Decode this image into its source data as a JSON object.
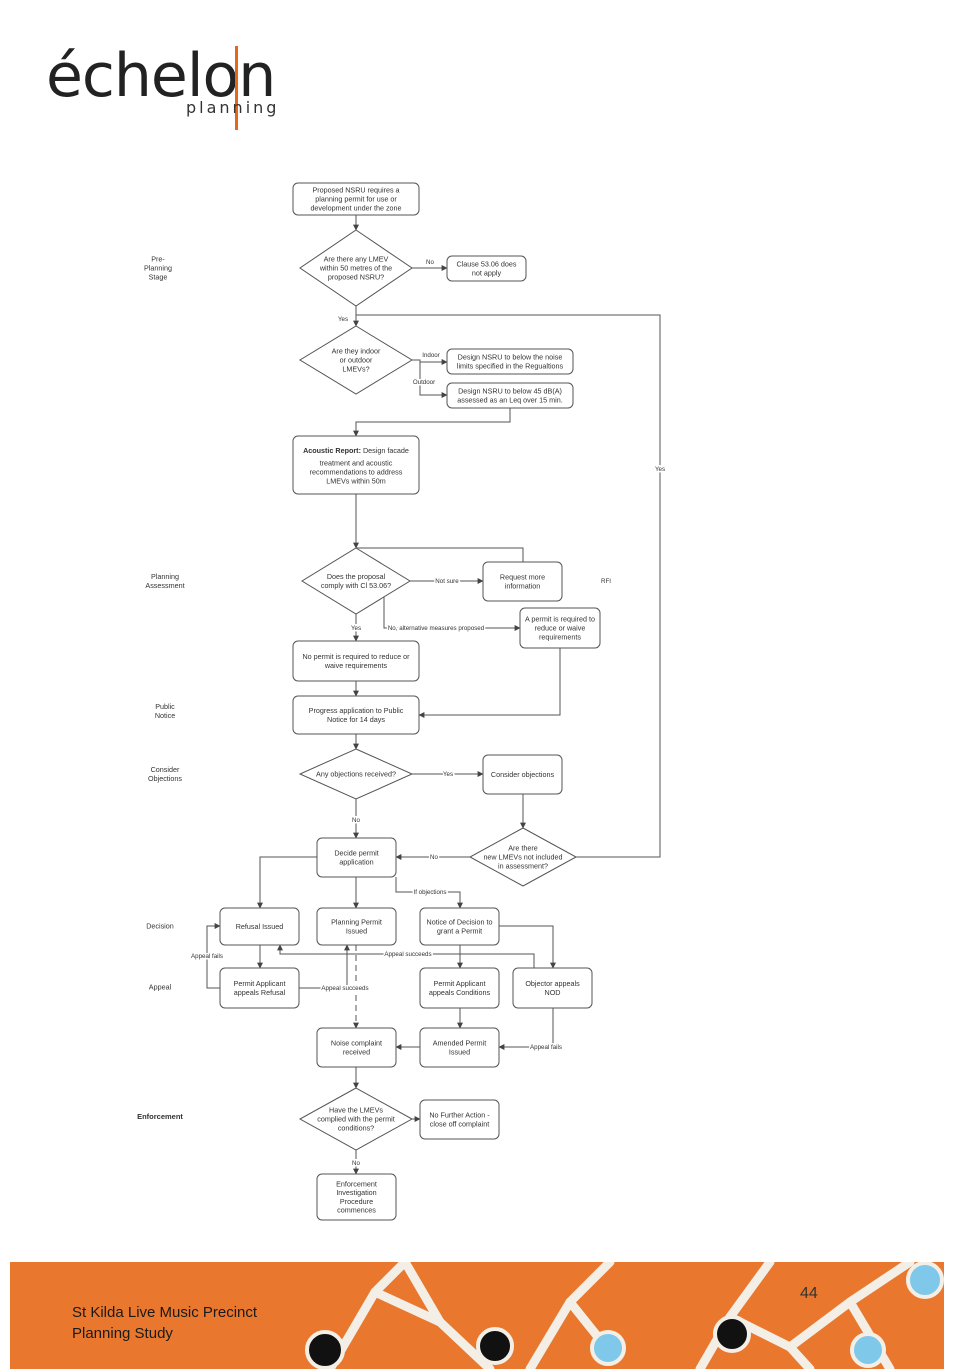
{
  "logo": {
    "wordmark": "échelon",
    "sub": "planning"
  },
  "stages": {
    "pre_planning": [
      "Pre-",
      "Planning",
      "Stage"
    ],
    "planning_assessment": [
      "Planning",
      "Assessment"
    ],
    "public_notice": [
      "Public",
      "Notice"
    ],
    "consider_objections": [
      "Consider",
      "Objections"
    ],
    "decision": [
      "Decision"
    ],
    "appeal": [
      "Appeal"
    ],
    "enforcement": [
      "Enforcement"
    ]
  },
  "nodes": {
    "start": [
      "Proposed NSRU requires a",
      "planning permit for use or",
      "development under the zone"
    ],
    "q_lmev": [
      "Are there any LMEV",
      "within 50 metres of the",
      "proposed NSRU?"
    ],
    "clause_not_apply": [
      "Clause 53.06 does",
      "not apply"
    ],
    "q_indoor": [
      "Are they indoor",
      "or outdoor",
      "LMEVs?"
    ],
    "design_indoor": [
      "Design NSRU to below the noise",
      "limits specified in the Regualtions"
    ],
    "design_outdoor": [
      "Design NSRU to below 45 dB(A)",
      "assessed as an Leq over 15 min."
    ],
    "acoustic_bold": "Acoustic Report:",
    "acoustic": [
      " Design facade",
      "treatment and acoustic",
      "recommendations to address",
      "LMEVs within 50m"
    ],
    "q_comply": [
      "Does the proposal",
      "comply with Cl 53.06?"
    ],
    "request_info": [
      "Request more",
      "information"
    ],
    "permit_required": [
      "A permit is required to",
      "reduce or waive",
      "requirements"
    ],
    "no_permit": [
      "No permit is required to reduce or",
      "waive requirements"
    ],
    "public_notice": [
      "Progress application to Public",
      "Notice for 14 days"
    ],
    "q_objections": [
      "Any objections received?"
    ],
    "consider_objections": [
      "Consider objections"
    ],
    "q_new_lmev": [
      "Are there",
      "new LMEVs not included",
      "in assessment?"
    ],
    "decide": [
      "Decide permit",
      "application"
    ],
    "refusal": [
      "Refusal Issued"
    ],
    "permit_issued": [
      "Planning Permit",
      "Issued"
    ],
    "nod": [
      "Notice of Decision to",
      "grant a Permit"
    ],
    "appeal_refusal": [
      "Permit Applicant",
      "appeals Refusal"
    ],
    "appeal_conditions": [
      "Permit Applicant",
      "appeals Conditions"
    ],
    "objector_appeals": [
      "Objector appeals",
      "NOD"
    ],
    "noise_complaint": [
      "Noise complaint",
      "received"
    ],
    "amended_permit": [
      "Amended Permit",
      "Issued"
    ],
    "q_complied": [
      "Have the LMEVs",
      "complied with the permit",
      "conditions?"
    ],
    "no_further": [
      "No Further Action -",
      "close off complaint"
    ],
    "enforcement": [
      "Enforcement",
      "Investigation",
      "Procedure",
      "commences"
    ]
  },
  "edge_labels": {
    "no": "No",
    "yes": "Yes",
    "indoor": "Indoor",
    "outdoor": "Outdoor",
    "not_sure": "Not sure",
    "rfi": "RFI",
    "alt_measures": "No, alternative measures proposed",
    "if_objections": "If objections",
    "appeal_fails": "Appeal fails",
    "appeal_succeeds": "Appeal succeeds"
  },
  "footer": {
    "line1": "St Kilda Live Music Precinct",
    "line2": "Planning Study",
    "page_number": "44"
  },
  "colors": {
    "accent": "#e9782e",
    "line": "#444444",
    "text": "#333333",
    "dot_dark": "#111111",
    "dot_light": "#7fc8ea"
  }
}
